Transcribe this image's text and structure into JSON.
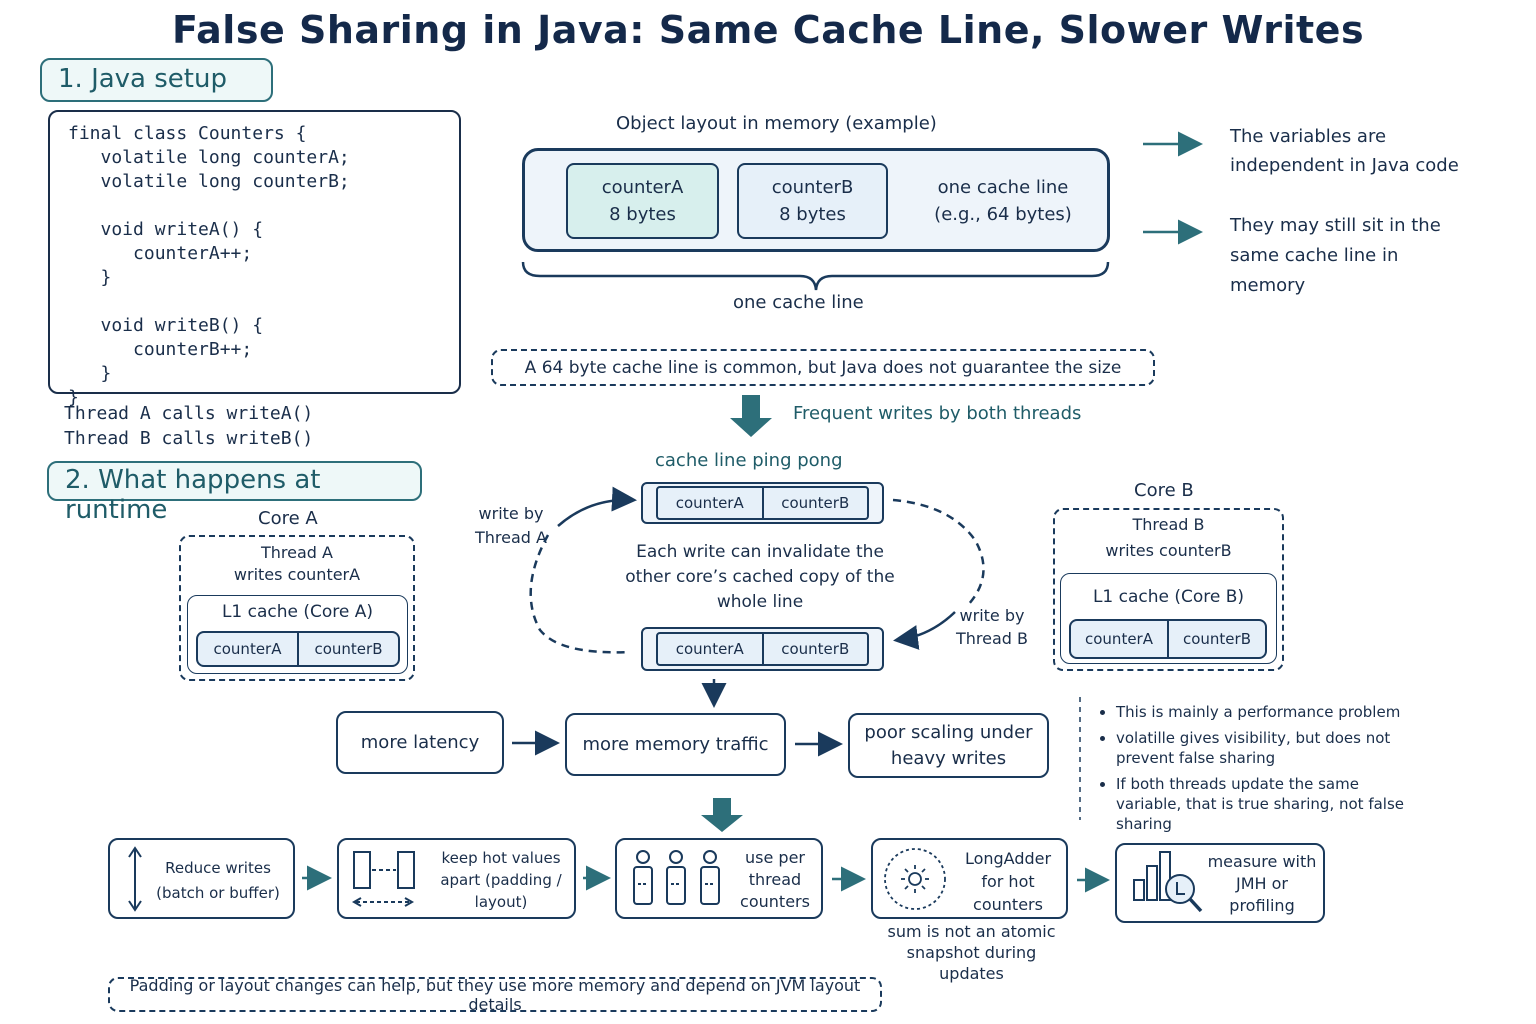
{
  "title": "False Sharing in Java: Same Cache Line, Slower Writes",
  "section1": {
    "label": "1. Java setup",
    "code": "final class Counters {\n   volatile long counterA;\n   volatile long counterB;\n\n   void writeA() {\n      counterA++;\n   }\n\n   void writeB() {\n      counterB++;\n   }\n}",
    "thread_calls": "Thread A calls writeA()\nThread B calls writeB()"
  },
  "layout_diagram": {
    "caption": "Object layout in memory (example)",
    "counterA_name": "counterA",
    "counterA_size": "8 bytes",
    "counterB_name": "counterB",
    "counterB_size": "8 bytes",
    "cache_line_text": "one cache line",
    "cache_line_size": "(e.g., 64 bytes)",
    "brace_label": "one cache line"
  },
  "side_notes": {
    "note1": "The variables are independent in Java code",
    "note2": "They may still sit in the same cache line in memory"
  },
  "dashed_note": "A 64 byte cache line is common, but Java does not guarantee the size",
  "frequent_writes": "Frequent writes by both threads",
  "section2": {
    "label": "2. What happens at runtime"
  },
  "core_a": {
    "title": "Core A",
    "thread": "Thread A",
    "writes": "writes counterA",
    "cache": "L1 cache (Core A)",
    "cellA": "counterA",
    "cellB": "counterB"
  },
  "core_b": {
    "title": "Core B",
    "thread": "Thread B",
    "writes": "writes counterB",
    "cache": "L1 cache (Core B)",
    "cellA": "counterA",
    "cellB": "counterB"
  },
  "ping_pong": {
    "title": "cache line ping pong",
    "top_cellA": "counterA",
    "top_cellB": "counterB",
    "bottom_cellA": "counterA",
    "bottom_cellB": "counterB",
    "middle_text": "Each write can invalidate the other core’s cached copy of the whole line",
    "write_a": "write by Thread A",
    "write_b": "write by Thread B"
  },
  "effects": {
    "latency": "more latency",
    "traffic": "more memory traffic",
    "scaling": "poor scaling under heavy writes"
  },
  "bullets": [
    "This is mainly a performance problem",
    "volatille gives visibility, but does not prevent false sharing",
    "If both threads update the same variable, that is true sharing, not false sharing"
  ],
  "mitigations": {
    "reduce": "Reduce writes (batch or buffer)",
    "apart": "keep hot values apart (padding / layout)",
    "per_thread": "use per thread counters",
    "longadder": "LongAdder for hot counters",
    "longadder_note": "sum is not an atomic snapshot during updates",
    "measure": "measure with JMH or profiling"
  },
  "bottom_note": "Padding or layout changes can help, but they use more memory and depend on JVM layout details",
  "colors": {
    "navy": "#1a3a5c",
    "teal": "#2d6f7a",
    "teal_fill": "#d7efed",
    "blue_fill": "#e6f0f9"
  },
  "icons": [
    "arrow-right-icon",
    "arrow-down-icon",
    "vertical-double-arrow-icon",
    "padding-blocks-icon",
    "person-icon",
    "atom-icon",
    "bar-chart-magnifier-icon",
    "curly-brace-icon"
  ]
}
